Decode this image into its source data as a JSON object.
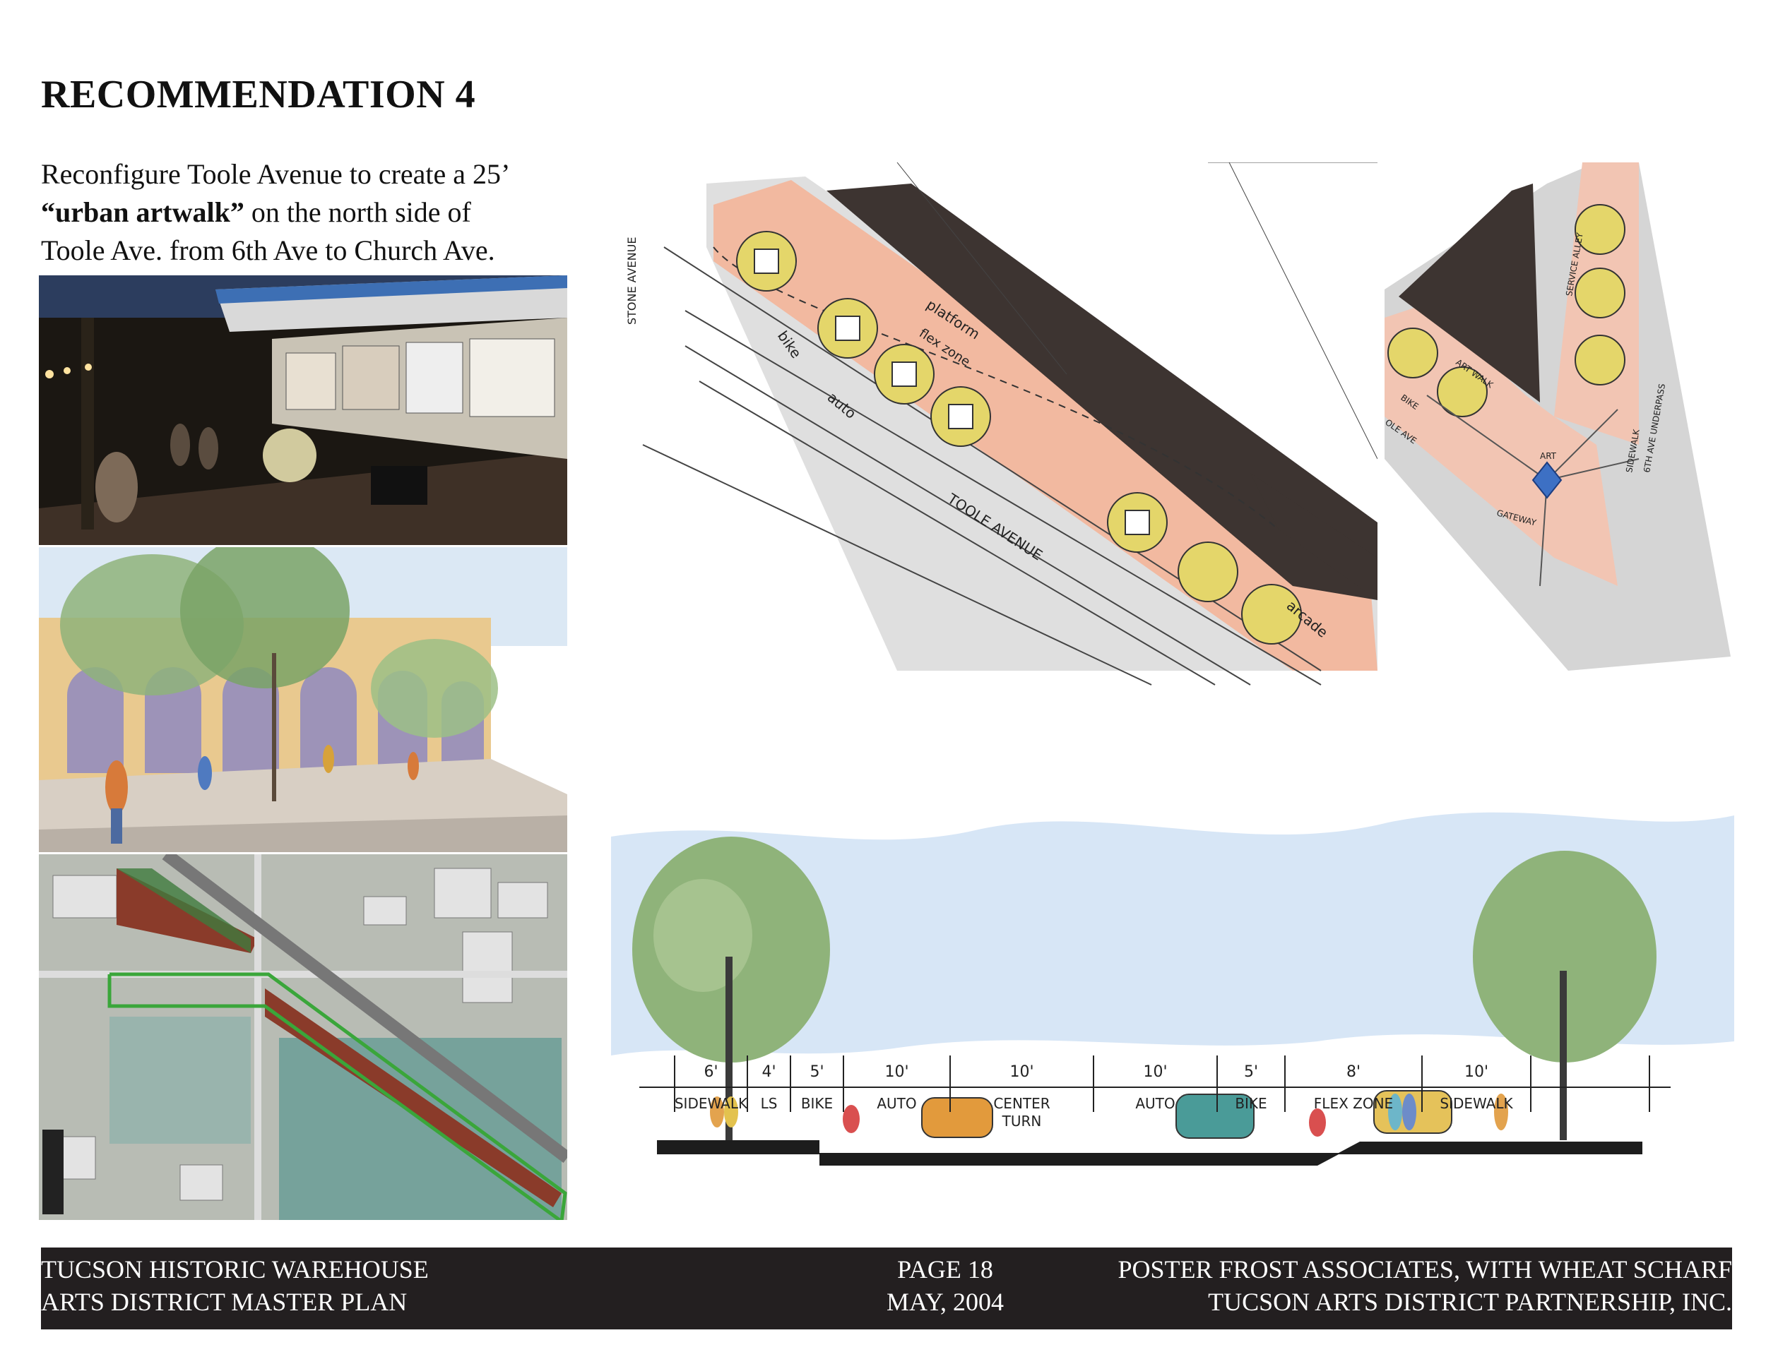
{
  "heading": "RECOMMENDATION 4",
  "intro": {
    "line1": "Reconfigure Toole Avenue to create a 25’",
    "bold": "“urban artwalk”",
    "line2_rest": " on the north side of",
    "line3": "Toole Ave. from 6th Ave to Church Ave."
  },
  "plan_labels": {
    "street_vertical": "STONE AVENUE",
    "street_main": "TOOLE AVENUE",
    "platform": "platform",
    "flex_zone": "flex zone",
    "bike": "bike",
    "auto": "auto",
    "arcade": "arcade"
  },
  "detail_labels": {
    "service_alley": "SERVICE ALLEY",
    "art_walk": "ART WALK",
    "bike": "BIKE",
    "toole_ave": "OLE AVE",
    "art": "ART",
    "gateway": "GATEWAY",
    "sidewalk": "SIDEWALK",
    "underpass": "6TH AVE UNDERPASS"
  },
  "section": {
    "segments": [
      {
        "width": "6'",
        "label": "SIDEWALK",
        "label2": ""
      },
      {
        "width": "4'",
        "label": "LS",
        "label2": ""
      },
      {
        "width": "5'",
        "label": "BIKE",
        "label2": ""
      },
      {
        "width": "10'",
        "label": "AUTO",
        "label2": ""
      },
      {
        "width": "10'",
        "label": "CENTER",
        "label2": "TURN"
      },
      {
        "width": "10'",
        "label": "AUTO",
        "label2": ""
      },
      {
        "width": "5'",
        "label": "BIKE",
        "label2": ""
      },
      {
        "width": "8'",
        "label": "FLEX ZONE",
        "label2": ""
      },
      {
        "width": "10'",
        "label": "SIDEWALK",
        "label2": ""
      }
    ]
  },
  "footer": {
    "left_line1": "TUCSON HISTORIC WAREHOUSE",
    "left_line2": "ARTS DISTRICT MASTER PLAN",
    "center_line1": "PAGE 18",
    "center_line2": "MAY, 2004",
    "right_line1": "POSTER FROST ASSOCIATES,  WITH WHEAT SCHARF",
    "right_line2": "TUCSON ARTS DISTRICT PARTNERSHIP, INC."
  },
  "colors": {
    "footer_bg": "#231f20",
    "artwalk_pink": "#f2b9a0",
    "building_brown": "#3d3431",
    "tree_yellow": "#e4d66a",
    "route_green": "#3aa63a"
  }
}
